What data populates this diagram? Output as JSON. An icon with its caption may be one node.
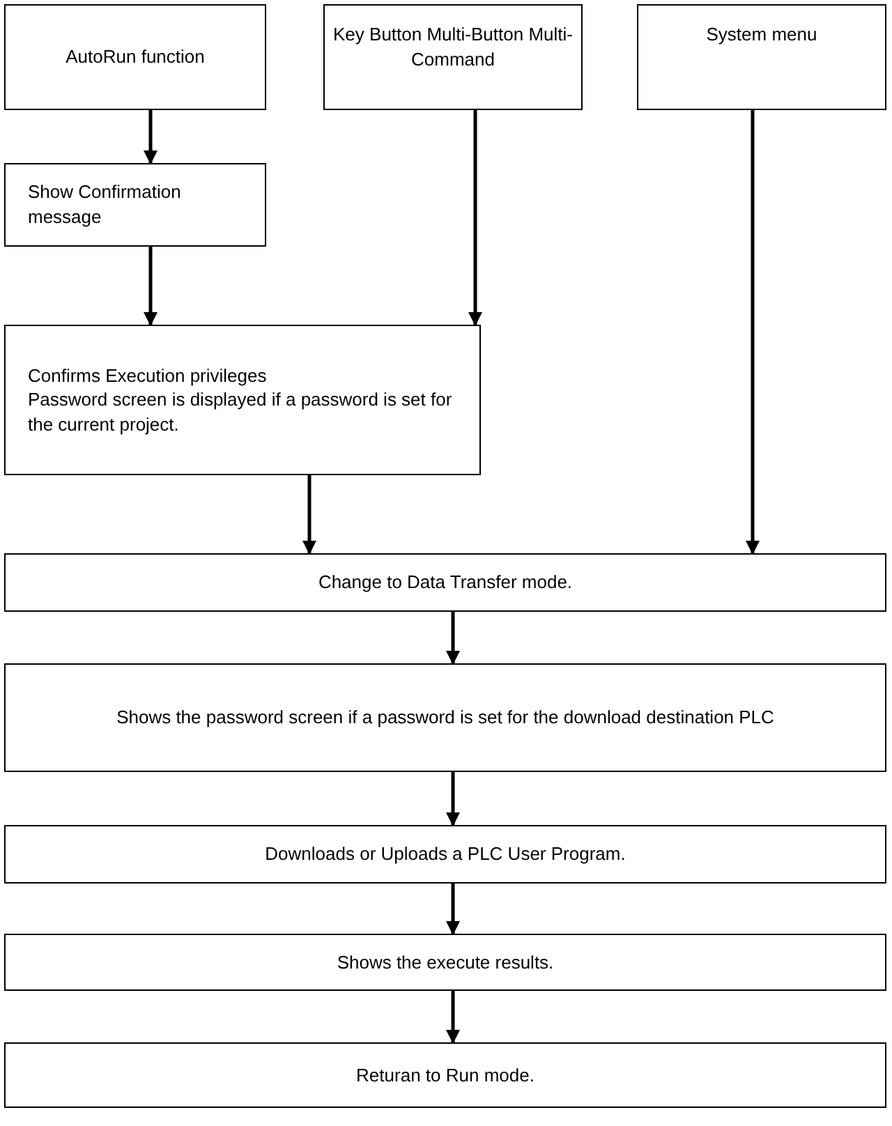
{
  "diagram": {
    "nodes": [
      {
        "text": [
          "AutoRun function"
        ]
      },
      {
        "text": [
          "Key Button Multi-Button Multi-Command"
        ]
      },
      {
        "text": [
          "System menu"
        ]
      },
      {
        "text": [
          "Show Confirmation message"
        ]
      },
      {
        "text": [
          "Confirms Execution privileges",
          "Password screen is displayed if a password is set for the current project."
        ]
      },
      {
        "text": [
          "Change to Data Transfer mode."
        ]
      },
      {
        "text": [
          "Shows the password screen if a password is set for the download destination PLC"
        ]
      },
      {
        "text": [
          "Downloads or Uploads a PLC User Program."
        ]
      },
      {
        "text": [
          "Shows the execute results."
        ]
      },
      {
        "text": [
          "Returan to Run mode."
        ]
      }
    ],
    "edges": [
      {
        "from": 0,
        "to": 3,
        "arrow": "to"
      },
      {
        "from": 3,
        "to": 4,
        "arrow": "to"
      },
      {
        "from": 1,
        "to": 4,
        "arrow": "to"
      },
      {
        "from": 4,
        "to": 5,
        "arrow": "to"
      },
      {
        "from": 2,
        "to": 5,
        "arrow": "to"
      },
      {
        "from": 5,
        "to": 6,
        "arrow": "to"
      },
      {
        "from": 6,
        "to": 7,
        "arrow": "to"
      },
      {
        "from": 7,
        "to": 8,
        "arrow": "to"
      },
      {
        "from": 8,
        "to": 9,
        "arrow": "to"
      }
    ]
  }
}
